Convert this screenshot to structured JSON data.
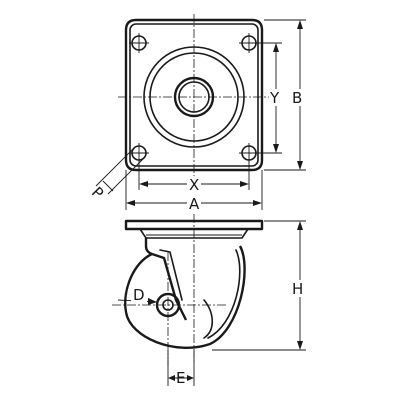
{
  "labels": {
    "y": "Y",
    "b": "B",
    "x": "X",
    "a": "A",
    "p": "P",
    "h": "H",
    "d": "D",
    "e": "E"
  }
}
